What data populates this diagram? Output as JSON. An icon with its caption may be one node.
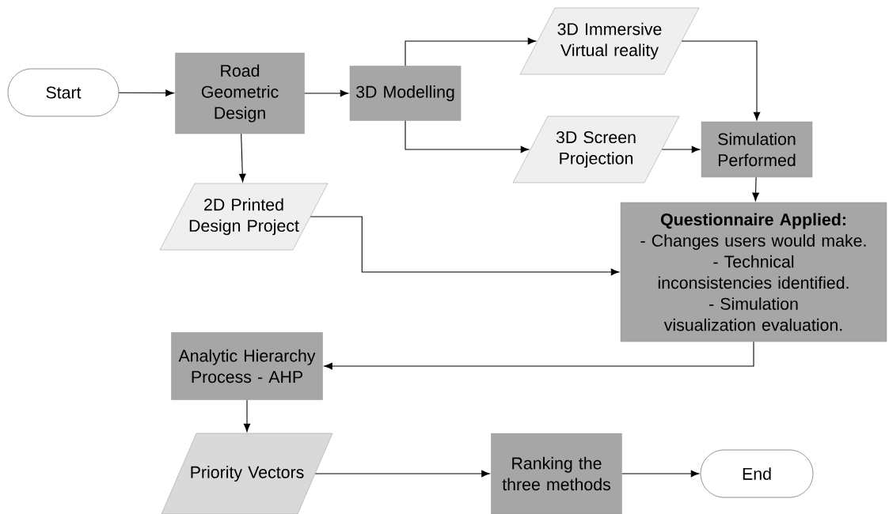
{
  "diagram": {
    "nodes": [
      {
        "text": [
          "Start"
        ]
      },
      {
        "text": [
          "Road Geometric Design"
        ]
      },
      {
        "text": [
          "3D Modelling"
        ]
      },
      {
        "text": [
          "3D Immersive Virtual reality"
        ]
      },
      {
        "text": [
          "3D Screen Projection"
        ]
      },
      {
        "text": [
          "Simulation Performed"
        ]
      },
      {
        "text": [
          "2D Printed Design Project"
        ]
      },
      {
        "text": [
          "Questionnaire Applied:",
          "- Changes users would make.",
          "- Technical inconsistencies identified.",
          "- Simulation visualization evaluation."
        ]
      },
      {
        "text": [
          "Analytic Hierarchy Process - AHP"
        ]
      },
      {
        "text": [
          "Priority Vectors"
        ]
      },
      {
        "text": [
          "Ranking the three methods"
        ]
      },
      {
        "text": [
          "End"
        ]
      }
    ],
    "edges": [
      {
        "from": 0,
        "to": 1,
        "arrow": "to"
      },
      {
        "from": 1,
        "to": 2,
        "arrow": "to"
      },
      {
        "from": 2,
        "to": 3,
        "arrow": "to"
      },
      {
        "from": 2,
        "to": 4,
        "arrow": "to"
      },
      {
        "from": 3,
        "to": 5,
        "arrow": "to"
      },
      {
        "from": 4,
        "to": 5,
        "arrow": "to"
      },
      {
        "from": 1,
        "to": 6,
        "arrow": "to"
      },
      {
        "from": 5,
        "to": 7,
        "arrow": "to"
      },
      {
        "from": 6,
        "to": 7,
        "arrow": "to"
      },
      {
        "from": 7,
        "to": 8,
        "arrow": "to"
      },
      {
        "from": 8,
        "to": 9,
        "arrow": "to"
      },
      {
        "from": 9,
        "to": 10,
        "arrow": "to"
      },
      {
        "from": 10,
        "to": 11,
        "arrow": "to"
      }
    ]
  }
}
